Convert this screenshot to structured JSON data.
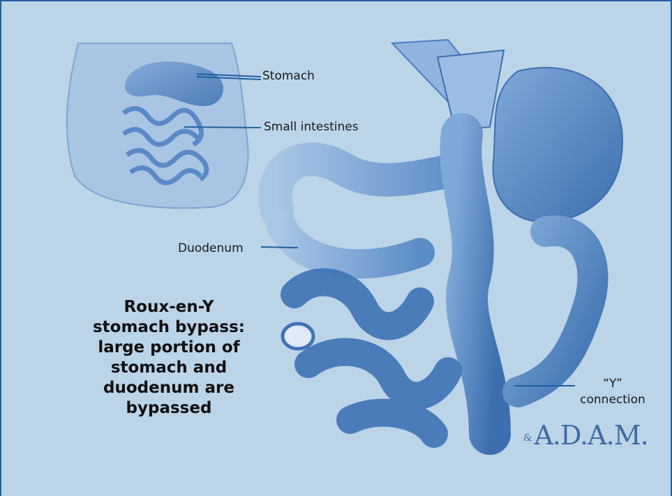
{
  "labels": {
    "stomach": "Stomach",
    "small_intestines": "Small intestines",
    "duodenum": "Duodenum",
    "y_connection_line1": "“Y”",
    "y_connection_line2": "connection"
  },
  "caption": {
    "line1": "Roux-en-Y",
    "line2": "stomach bypass:",
    "line3": "large portion of",
    "line4": "stomach and",
    "line5": "duodenum are",
    "line6": "bypassed"
  },
  "logo": {
    "text": "A.D.A.M.",
    "mark": "&"
  },
  "colors": {
    "background": "#bcd4e8",
    "border": "#1f5fa0",
    "illustration": "#4a7fbf",
    "leader_line": "#1f5fa0"
  }
}
